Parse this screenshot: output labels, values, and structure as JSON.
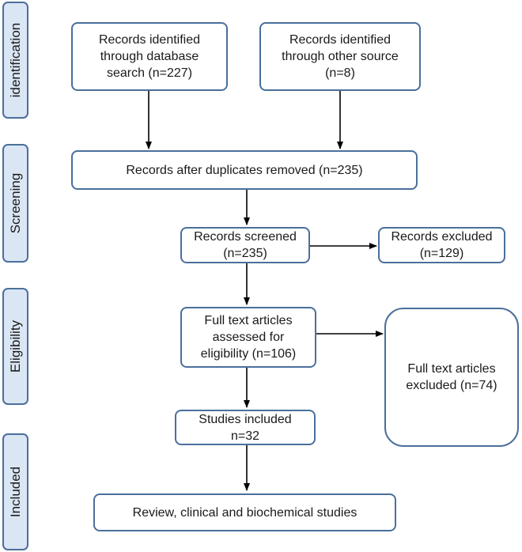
{
  "phases": {
    "identification": "identification",
    "screening": "Screening",
    "eligibility": "Eligibility",
    "included": "Included"
  },
  "boxes": {
    "db_search": "Records identified\nthrough database\nsearch (n=227)",
    "other_source": "Records identified\nthrough other source\n(n=8)",
    "duplicates_removed": "Records after duplicates removed (n=235)",
    "screened": "Records screened\n(n=235)",
    "excluded": "Records excluded\n(n=129)",
    "full_text_assessed": "Full text articles\nassessed for\neligibility (n=106)",
    "full_text_excluded": "Full text articles\nexcluded (n=74)",
    "studies_included": "Studies included\nn=32",
    "review": "Review, clinical and biochemical studies"
  },
  "colors": {
    "border": "#4a6f9c",
    "phase_fill": "#dbe6f4",
    "arrow": "#000000"
  }
}
